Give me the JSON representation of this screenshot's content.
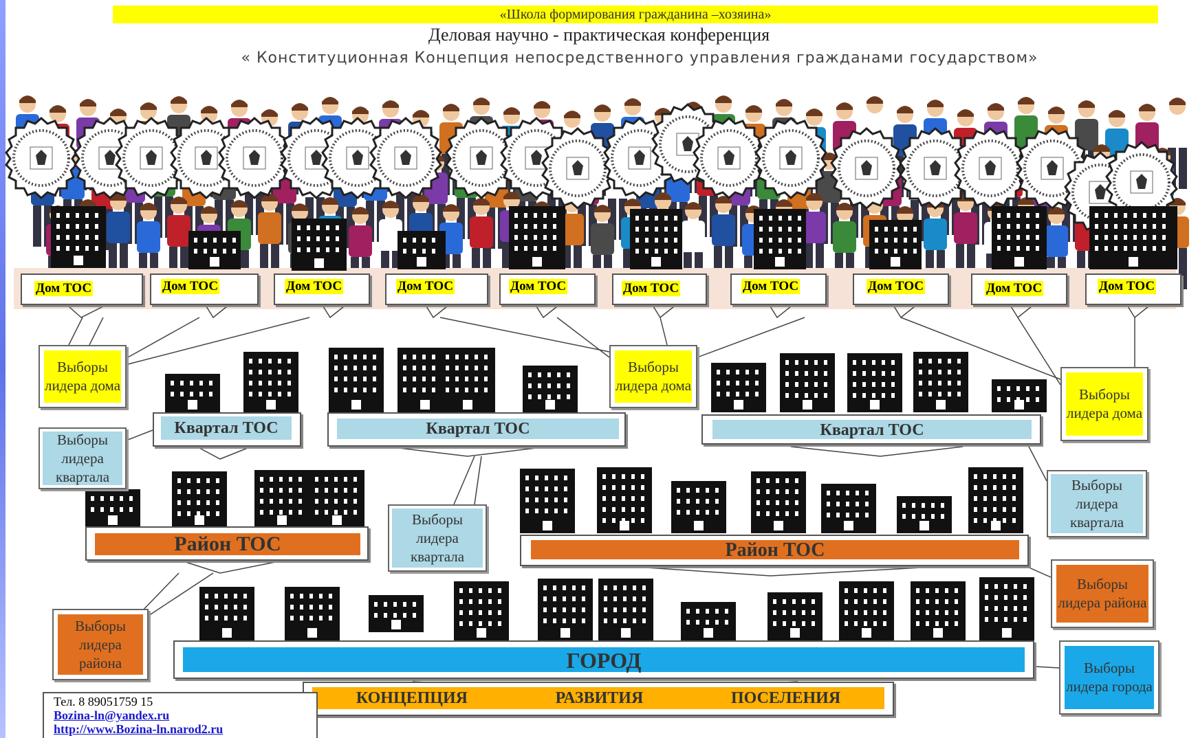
{
  "header": {
    "school": "«Школа формирования гражданина –хозяина»",
    "subtitle": "Деловая научно - практическая конференция",
    "topic": "« Конституционная Концепция непосредственного управления гражданами государством»"
  },
  "houses": [
    "Дом ТОС",
    "Дом ТОС",
    "Дом ТОС",
    "Дом ТОС",
    "Дом ТОС",
    "Дом ТОС",
    "Дом ТОС",
    "Дом ТОС",
    "Дом ТОС",
    "Дом ТОС"
  ],
  "quarters": [
    "Квартал ТОС",
    "Квартал ТОС",
    "Квартал ТОС"
  ],
  "districts": [
    "Район ТОС",
    "Район ТОС"
  ],
  "city": "ГОРОД",
  "concept": [
    "КОНЦЕПЦИЯ",
    "РАЗВИТИЯ",
    "ПОСЕЛЕНИЯ"
  ],
  "elections": {
    "house_1": "Выборы лидера дома",
    "house_2": "Выборы лидера дома",
    "house_3": "Выборы лидера дома",
    "quarter_1": "Выборы лидера квартала",
    "quarter_2": "Выборы лидера квартала",
    "quarter_3": "Выборы лидера квартала",
    "district_1": "Выборы лидера района",
    "district_2": "Выборы лидера района",
    "city": "Выборы лидера города"
  },
  "contacts": {
    "phone": "Тел. 8 89051759 15",
    "email": "Bozina-ln@yandex.ru",
    "site": "http://www.Bozina-ln.narod2.ru"
  },
  "colors": {
    "yellow": "#ffff00",
    "light_blue": "#add8e6",
    "orange": "#e07020",
    "city_blue": "#1aa8e8",
    "building": "#111111"
  },
  "icons": [
    "person-icon",
    "emblem-seal-icon",
    "building-icon"
  ]
}
